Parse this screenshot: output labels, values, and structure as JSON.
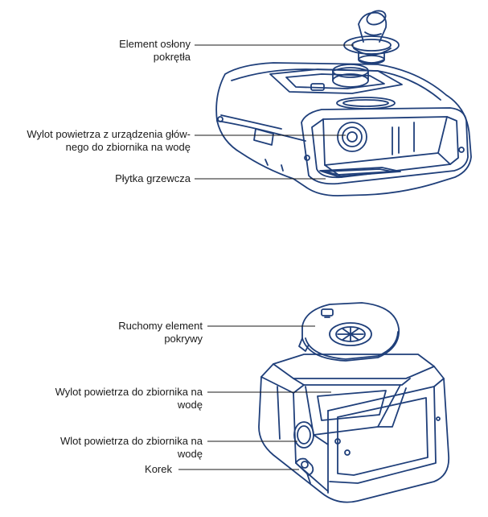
{
  "top_figure": {
    "labels": {
      "knob_cover": [
        "Element osłony",
        "pokrętła"
      ],
      "air_outlet": [
        "Wylot powietrza z urządzenia głów-",
        "nego do zbiornika na wodę"
      ],
      "heater_plate": [
        "Płytka grzewcza"
      ]
    }
  },
  "bottom_figure": {
    "labels": {
      "lid_element": [
        "Ruchomy element",
        "pokrywy"
      ],
      "tank_outlet": [
        "Wylot powietrza do zbiornika na",
        "wodę"
      ],
      "tank_inlet": [
        "Wlot powietrza do zbiornika na",
        "wodę"
      ],
      "plug": [
        "Korek"
      ]
    }
  },
  "colors": {
    "line": "#1f3f7a",
    "text": "#1a1a1a"
  }
}
